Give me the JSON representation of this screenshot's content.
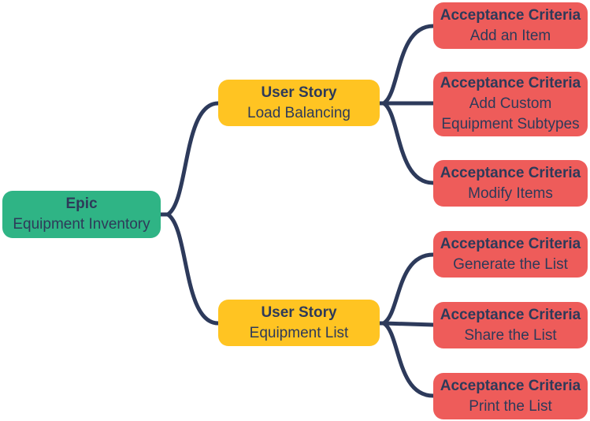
{
  "colors": {
    "epic": "#2fb485",
    "user_story": "#ffc422",
    "acceptance_criteria": "#ee5c5a",
    "connector": "#2d3a5b",
    "text": "#2e3a59",
    "background": "#ffffff"
  },
  "nodes": {
    "epic": {
      "title": "Epic",
      "subtitle": "Equipment Inventory"
    },
    "stories": [
      {
        "title": "User Story",
        "subtitle": "Load Balancing"
      },
      {
        "title": "User Story",
        "subtitle": "Equipment List"
      }
    ],
    "criteria": [
      {
        "title": "Acceptance Criteria",
        "subtitle": "Add an Item"
      },
      {
        "title": "Acceptance Criteria",
        "subtitle": "Add Custom Equipment Subtypes"
      },
      {
        "title": "Acceptance Criteria",
        "subtitle": "Modify Items"
      },
      {
        "title": "Acceptance Criteria",
        "subtitle": "Generate the List"
      },
      {
        "title": "Acceptance Criteria",
        "subtitle": "Share the List"
      },
      {
        "title": "Acceptance Criteria",
        "subtitle": "Print the List"
      }
    ]
  }
}
